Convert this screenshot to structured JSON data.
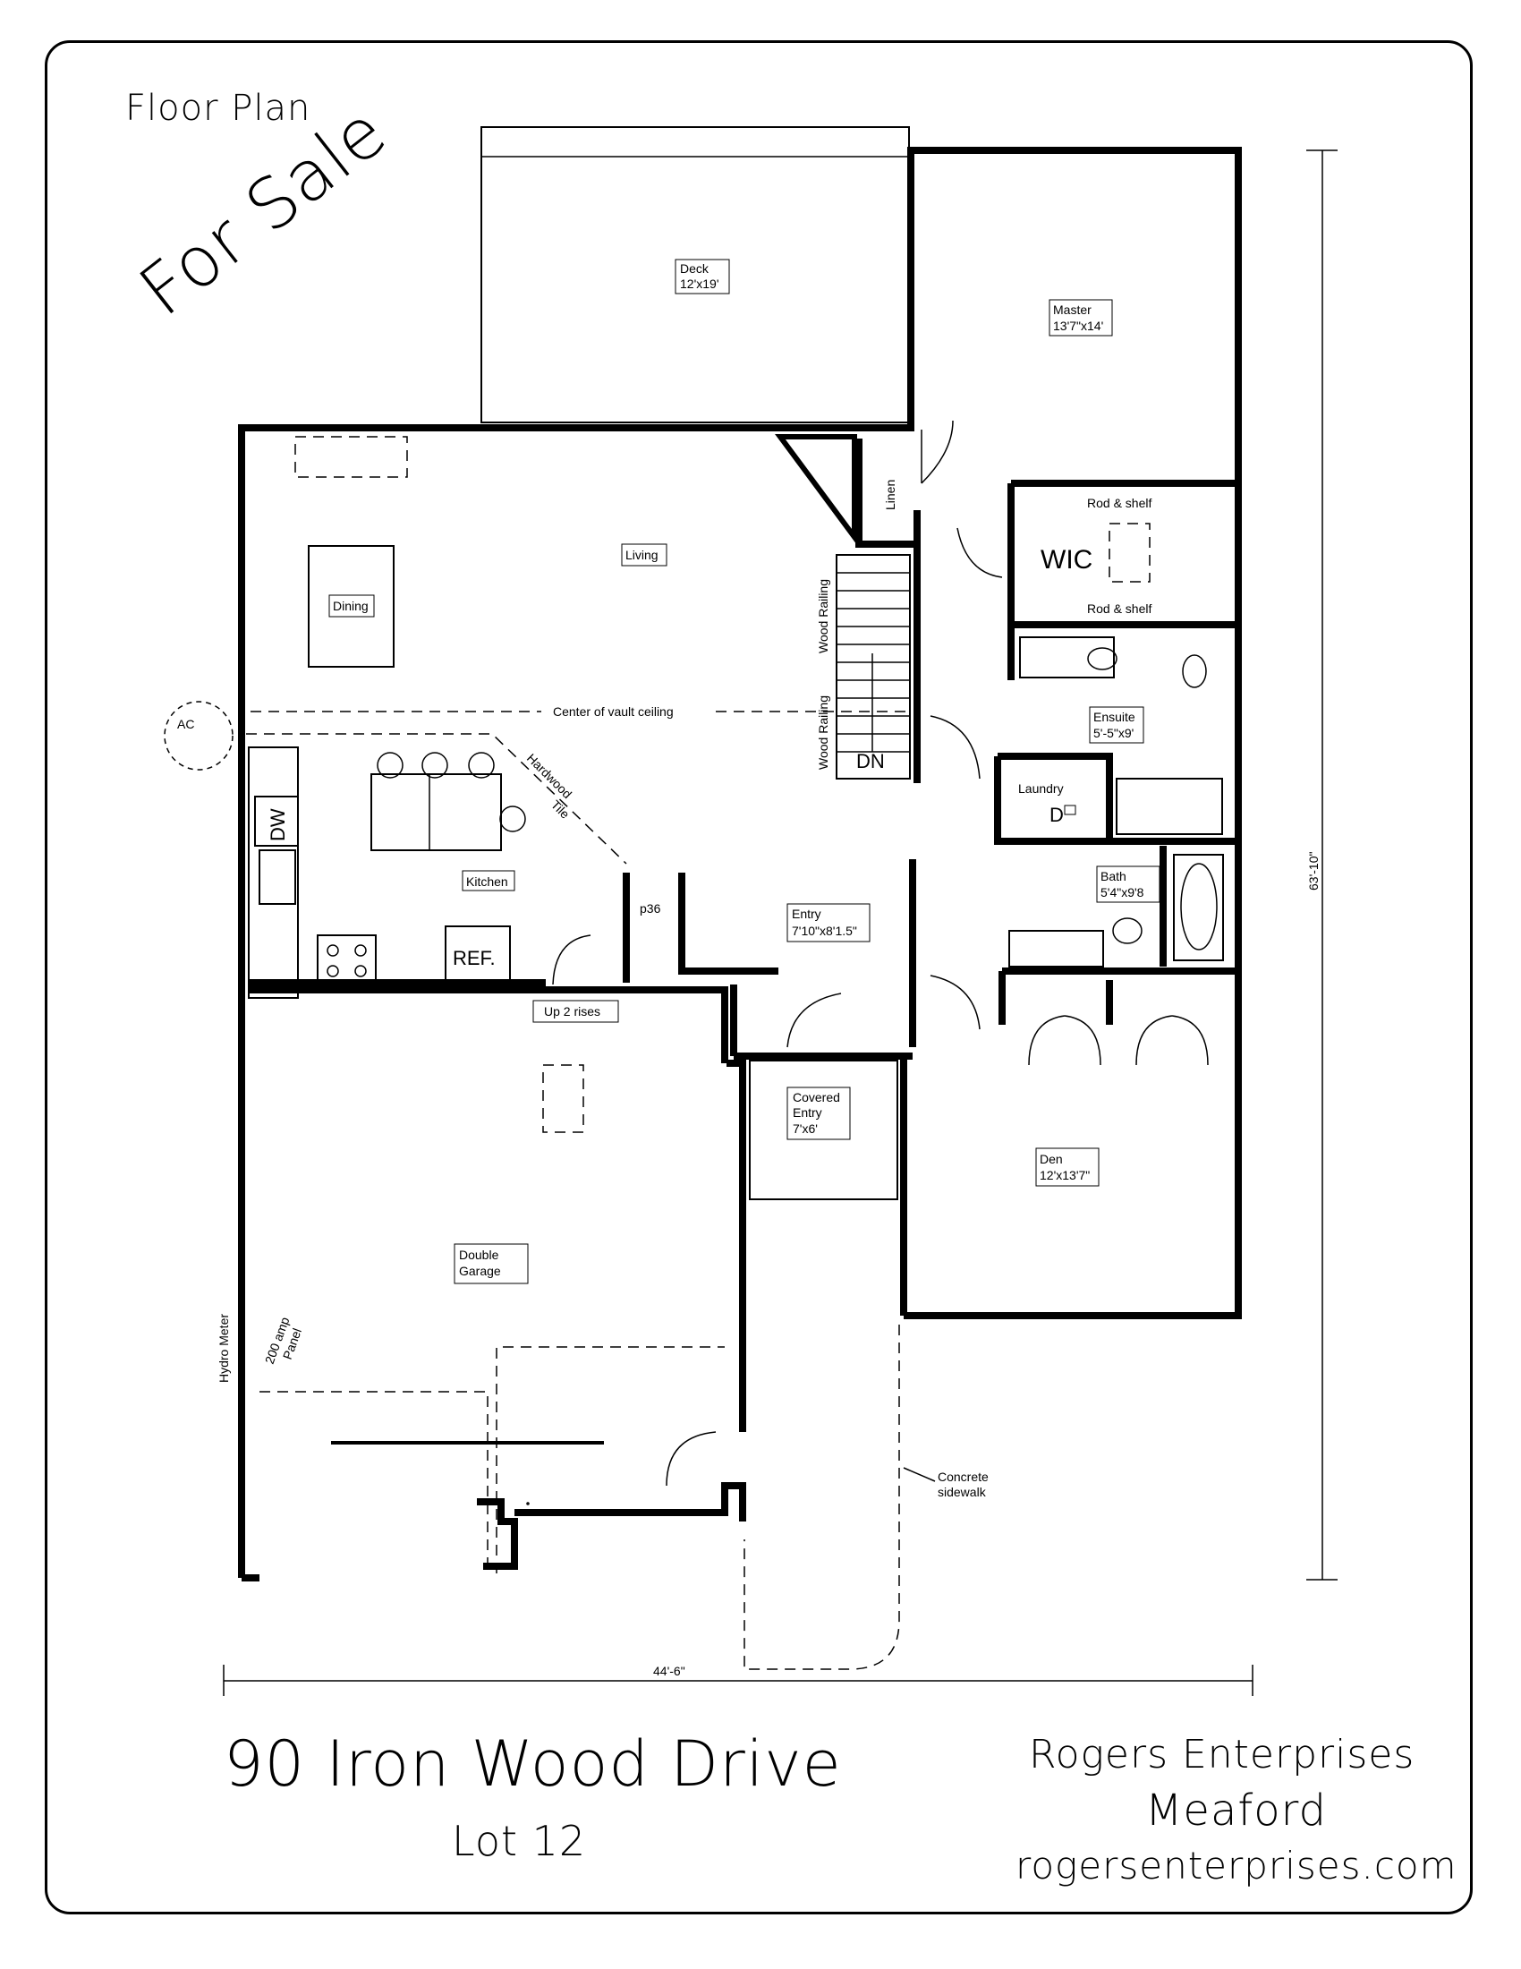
{
  "heading": "Floor Plan",
  "banner": "For Sale",
  "address": "90 Iron Wood Drive",
  "lot": "Lot 12",
  "company": "Rogers Enterprises",
  "town": "Meaford",
  "website": "rogersenterprises.com",
  "rooms": {
    "deck": {
      "name": "Deck",
      "size": "12'x19'"
    },
    "master": {
      "name": "Master",
      "size": "13'7\"x14'"
    },
    "living": {
      "name": "Living"
    },
    "dining": {
      "name": "Dining"
    },
    "kitchen": {
      "name": "Kitchen"
    },
    "wic": {
      "name": "WIC"
    },
    "ensuite": {
      "name": "Ensuite",
      "size": "5'-5\"x9'"
    },
    "laundry": {
      "name": "Laundry"
    },
    "bath": {
      "name": "Bath",
      "size": "5'4\"x9'8"
    },
    "entry": {
      "name": "Entry",
      "size": "7'10\"x8'1.5\""
    },
    "covered_entry": {
      "name1": "Covered",
      "name2": "Entry",
      "size": "7'x6'"
    },
    "den": {
      "name": "Den",
      "size": "12'x13'7\""
    },
    "garage": {
      "name1": "Double",
      "name2": "Garage"
    }
  },
  "labels": {
    "linen": "Linen",
    "rod_shelf_top": "Rod & shelf",
    "rod_shelf_bottom": "Rod & shelf",
    "wood_railing_1": "Wood Railing",
    "wood_railing_2": "Wood Railing",
    "dn": "DN",
    "vault": "Center of vault ceiling",
    "ac": "AC",
    "hardwood": "Hardwood",
    "tile": "Tile",
    "dw": "DW",
    "p36": "p36",
    "ref": "REF.",
    "up_rises": "Up 2 rises",
    "dryer": "D",
    "hydro_meter": "Hydro Meter",
    "panel_1": "200 amp",
    "panel_2": "Panel",
    "concrete_1": "Concrete",
    "concrete_2": "sidewalk",
    "width_dim": "44'-6\"",
    "depth_dim": "63'-10\""
  }
}
